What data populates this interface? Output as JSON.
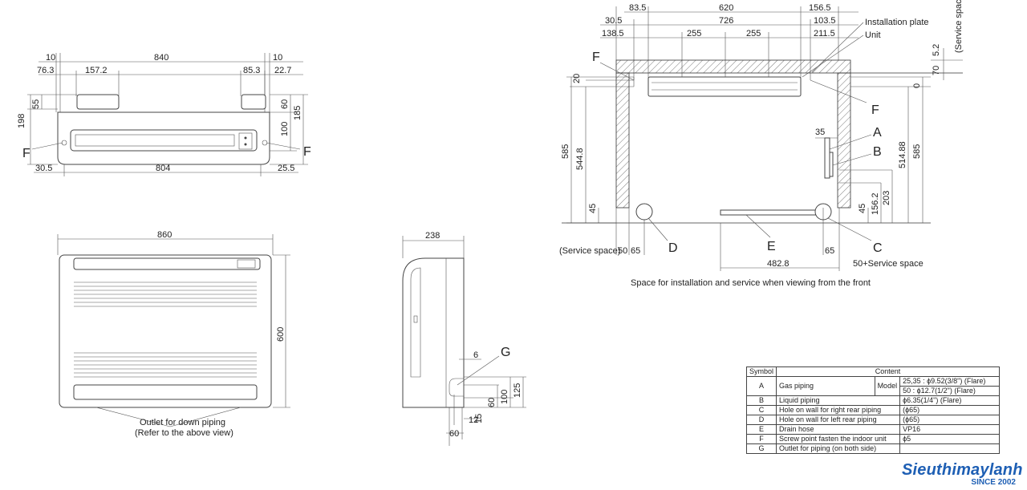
{
  "front_view": {
    "dims": {
      "top_left": "10",
      "top_width": "840",
      "top_right": "10",
      "left_offset": "76.3",
      "left_pipe": "157.2",
      "right_pipe": "85.3",
      "right_offset": "22.7",
      "left_55": "55",
      "left_198": "198",
      "right_60": "60",
      "right_100": "100",
      "right_185": "185",
      "bottom_left": "30.5",
      "bottom_width": "804",
      "bottom_right": "25.5"
    },
    "label_f_left": "F",
    "label_f_right": "F"
  },
  "unit_front": {
    "width": "860",
    "height": "600",
    "note_line1": "Outlet for down piping",
    "note_line2": "(Refer to the above view)"
  },
  "side_view": {
    "depth": "238",
    "label_g": "G",
    "d6": "6",
    "d60": "60",
    "d100": "100",
    "d125": "125",
    "d15": "15",
    "d12": "12",
    "d60b": "60"
  },
  "install_view": {
    "top": {
      "d83_5": "83.5",
      "d620": "620",
      "d156_5": "156.5",
      "d30_5": "30.5",
      "d726": "726",
      "d103_5": "103.5",
      "d138_5": "138.5",
      "d255a": "255",
      "d255b": "255",
      "d211_5": "211.5"
    },
    "labels": {
      "installation_plate": "Installation plate",
      "unit": "Unit",
      "service_space_v": "(Service space)",
      "service_space": "(Service space)",
      "service_space_50": "50+Service space",
      "f1": "F",
      "f2": "F",
      "a": "A",
      "b": "B",
      "c": "C",
      "d": "D",
      "e": "E"
    },
    "dims": {
      "d20": "20",
      "d585l": "585",
      "d544_8": "544.8",
      "d45l": "45",
      "d50": "50",
      "d65l": "65",
      "d482_8": "482.8",
      "d65r": "65",
      "d35": "35",
      "d585r": "585",
      "d514_88": "514.88",
      "d203": "203",
      "d156_2": "156.2",
      "d45r": "45",
      "d5_2": "5.2",
      "d70": "70",
      "d0": "0"
    },
    "caption": "Space for installation and service when viewing from the front"
  },
  "legend": {
    "header_symbol": "Symbol",
    "header_content": "Content",
    "rows": [
      {
        "sym": "A",
        "name": "Gas piping",
        "model": "Model",
        "v1": "25,35 : ϕ9.52(3/8\") (Flare)",
        "v2": "50  : ϕ12.7(1/2\") (Flare)"
      },
      {
        "sym": "B",
        "name": "Liquid piping",
        "value": "ϕ6.35(1/4\") (Flare)"
      },
      {
        "sym": "C",
        "name": "Hole on wall for right rear piping",
        "value": "(ϕ65)"
      },
      {
        "sym": "D",
        "name": "Hole on wall for left rear piping",
        "value": "(ϕ65)"
      },
      {
        "sym": "E",
        "name": "Drain hose",
        "value": "VP16"
      },
      {
        "sym": "F",
        "name": "Screw point fasten the indoor unit",
        "value": "ϕ5"
      },
      {
        "sym": "G",
        "name": "Outlet for piping (on both side)",
        "value": ""
      }
    ]
  },
  "logo": {
    "name": "Sieuthimaylanh",
    "since": "SINCE 2002"
  }
}
